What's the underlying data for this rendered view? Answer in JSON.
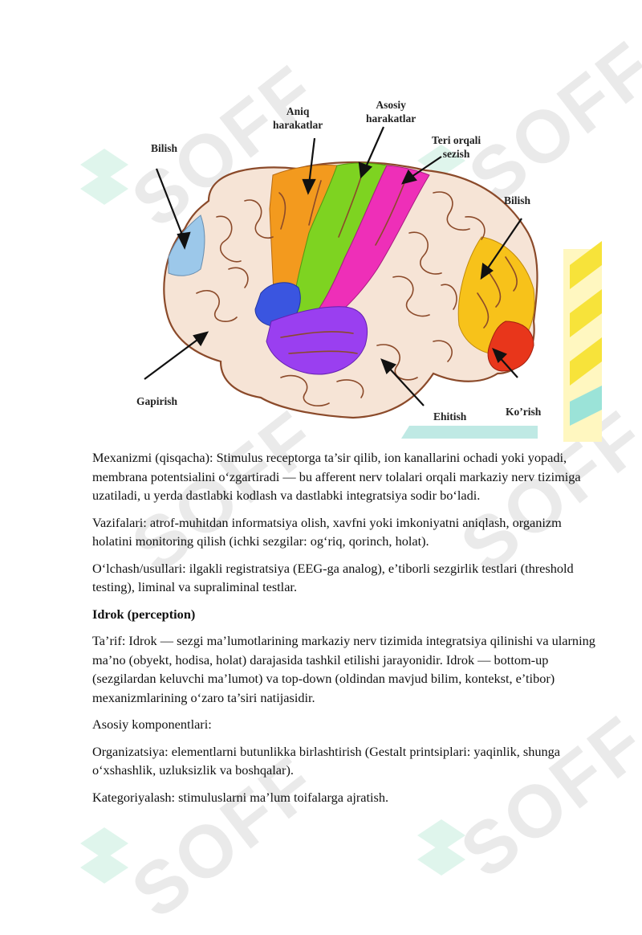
{
  "watermark": {
    "text": "SOFF"
  },
  "figure": {
    "labels": {
      "bilish_left": "Bilish",
      "aniq": "Aniq\nharakatlar",
      "asosiy": "Asosiy\nharakatlar",
      "teri": "Teri orqali\nsezish",
      "bilish_right": "Bilish",
      "gapirish": "Gapirish",
      "eshitish": "Ehitish",
      "korish": "Ko’rish"
    },
    "colors": {
      "cortex": "#f6e4d6",
      "outline": "#8b4a2a",
      "light_blue": "#9cc8ea",
      "orange": "#f39a1e",
      "green": "#7ed321",
      "magenta": "#ee2fb8",
      "yellow": "#f7c21a",
      "red": "#e8361b",
      "blue": "#3a55e0",
      "purple": "#9a3ff0"
    }
  },
  "body": {
    "p1": "Mexanizmi (qisqacha): Stimulus receptorga ta’sir qilib, ion kanallarini ochadi yoki yopadi, membrana potentsialini o‘zgartiradi — bu afferent nerv tolalari orqali markaziy nerv tizimiga uzatiladi, u yerda dastlabki kodlash va dastlabki integratsiya sodir bo‘ladi.",
    "p2": "Vazifalari: atrof-muhitdan informatsiya olish, xavfni yoki imkoniyatni aniqlash, organizm holatini monitoring qilish (ichki sezgilar: og‘riq, qorinch, holat).",
    "p3": "O‘lchash/usullari: ilgakli registratsiya (EEG-ga analog), e’tiborli sezgirlik testlari (threshold testing), liminal va supraliminal testlar.",
    "heading": "Idrok (perception)",
    "p4": "Ta’rif: Idrok — sezgi ma’lumotlarining markaziy nerv tizimida integratsiya qilinishi va ularning ma’no (obyekt, hodisa, holat) darajasida tashkil etilishi jarayonidir. Idrok — bottom-up (sezgilardan keluvchi ma’lumot) va top-down (oldindan mavjud bilim, kontekst, e’tibor) mexanizmlarining o‘zaro ta’siri natijasidir.",
    "p5": "Asosiy komponentlari:",
    "p6": "Organizatsiya: elementlarni butunlikka birlashtirish (Gestalt printsiplari: yaqinlik, shunga o‘xshashlik, uzluksizlik va boshqalar).",
    "p7": "Kategoriyalash: stimuluslarni ma’lum toifalarga ajratish."
  }
}
